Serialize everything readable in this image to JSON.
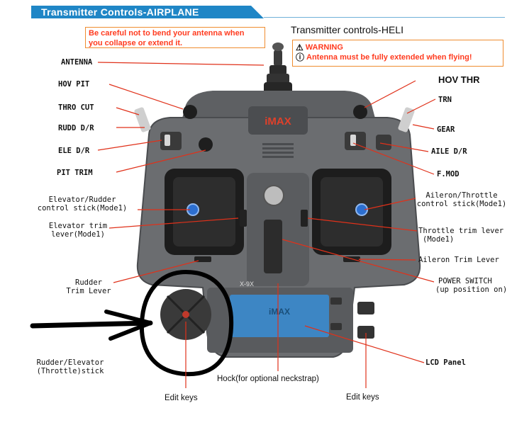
{
  "header": {
    "title": "Transmitter Controls-AIRPLANE",
    "caution_line1": "Be careful not to bend your antenna when",
    "caution_line2": "you collapse or extend it.",
    "heli_title": "Transmitter controls-HELI",
    "warning_title": "WARNING",
    "warning_text": "Antenna must be fully extended when flying!"
  },
  "brand": {
    "logo": "iMAX",
    "model": "X-9X",
    "display_logo": "iMAX"
  },
  "left_labels": {
    "antenna": "ANTENNA",
    "hov_pit": "HOV PIT",
    "thro_cut": "THRO CUT",
    "rudd_dr": "RUDD D/R",
    "ele_dr": "ELE  D/R",
    "pit_trim": "PIT TRIM",
    "elev_stick_1": "Elevator/Rudder",
    "elev_stick_2": "control stick(Mode1)",
    "elev_trim_1": "Elevator trim",
    "elev_trim_2": "lever(Mode1)",
    "rudder_trim_1": "Rudder",
    "rudder_trim_2": "Trim Lever",
    "rudder_elev_1": "Rudder/Elevator",
    "rudder_elev_2": "(Throttle)stick"
  },
  "right_labels": {
    "hov_thr": "HOV THR",
    "trn": "TRN",
    "gear": "GEAR",
    "aile_dr": "AILE D/R",
    "fmod": "F.MOD",
    "ail_stick_1": "Aileron/Throttle",
    "ail_stick_2": "control stick(Mode1)",
    "thr_trim_1": "Throttle trim lever",
    "thr_trim_2": "(Mode1)",
    "ail_trim": "Aileron Trim Lever",
    "power_1": "POWER SWITCH",
    "power_2": "(up position on)",
    "lcd": "LCD Panel"
  },
  "bottom_labels": {
    "edit_keys_left": "Edit keys",
    "hock": "Hock(for optional neckstrap)",
    "edit_keys_right": "Edit keys"
  },
  "colors": {
    "banner": "#1f86c6",
    "warning": "#ff3b1f",
    "leader": "#e0311a",
    "body": "#6b6d70",
    "lcd": "#3d86c4"
  }
}
